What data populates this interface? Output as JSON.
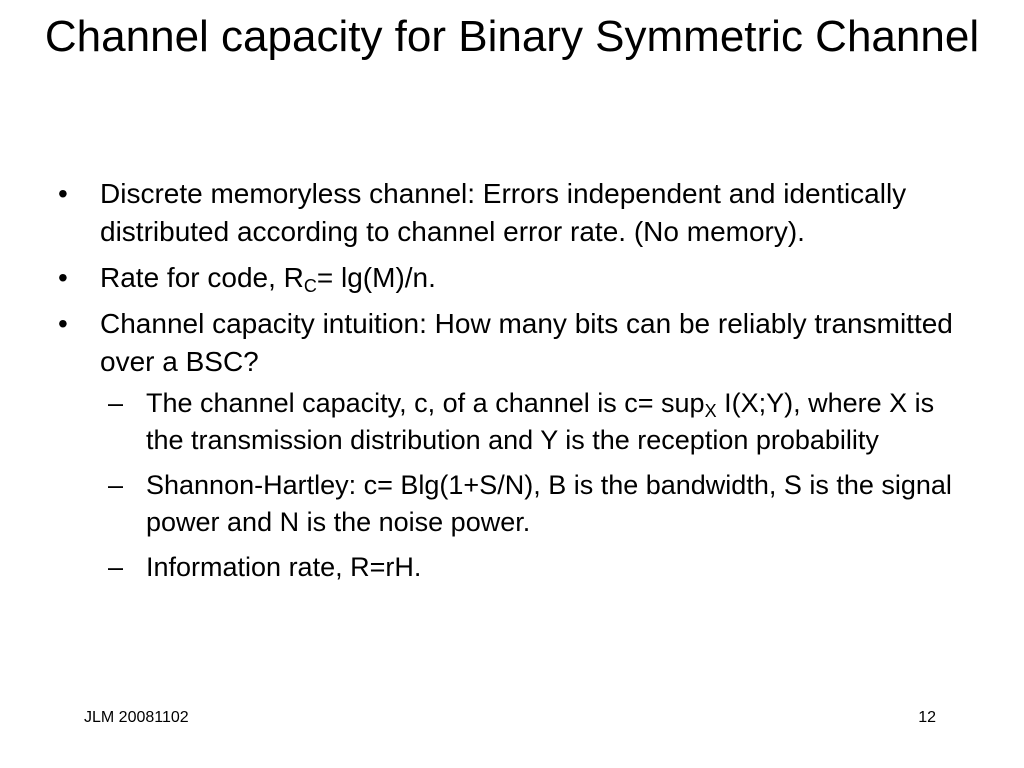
{
  "slide": {
    "title": "Channel capacity for Binary Symmetric Channel",
    "bullets": [
      {
        "text": "Discrete memoryless channel: Errors independent and identically distributed according to channel error rate. (No memory)."
      },
      {
        "before": "Rate for code, R",
        "sub": "C",
        "after": "= lg(M)/n."
      },
      {
        "text": "Channel capacity intuition: How many bits can be reliably transmitted over a BSC?"
      }
    ],
    "subbullets": [
      {
        "before": "The channel capacity, c, of a channel is c= sup",
        "sub": "X",
        "after": " I(X;Y), where X is the transmission distribution and Y is the reception probability"
      },
      {
        "text": "Shannon-Hartley: c= Blg(1+S/N),  B is the bandwidth, S is the signal power and N is the noise power."
      },
      {
        "text": "Information rate, R=rH."
      }
    ],
    "bullet_marker": "•",
    "sub_marker": "–"
  },
  "footer": {
    "left": "JLM 20081102",
    "right": "12"
  }
}
